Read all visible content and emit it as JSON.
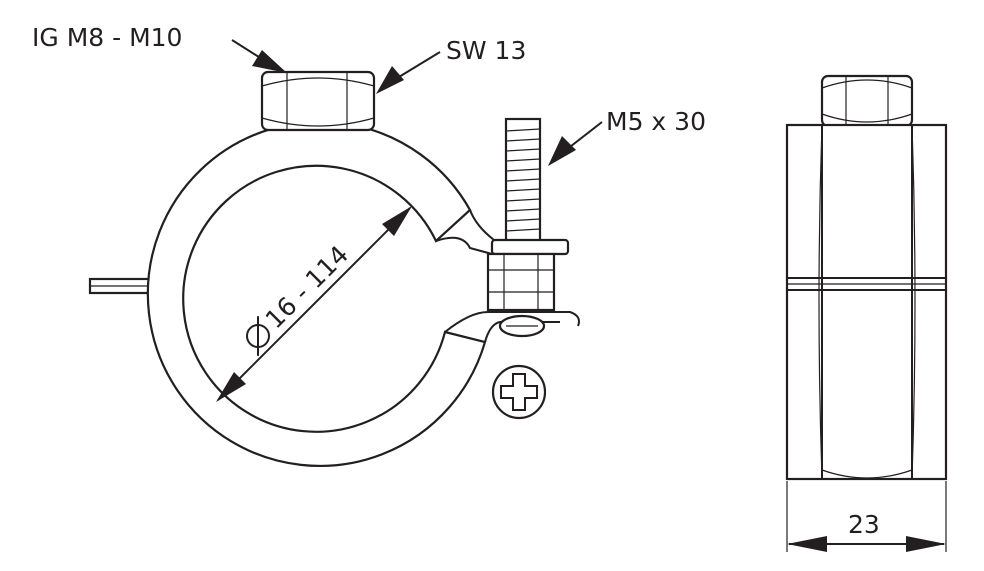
{
  "labels": {
    "thread": "IG M8 - M10",
    "wrench_size": "SW 13",
    "screw": "M5 x 30",
    "diameter_range": "16 - 114",
    "width": "23"
  },
  "colors": {
    "line": "#231f20",
    "background": "#ffffff"
  }
}
